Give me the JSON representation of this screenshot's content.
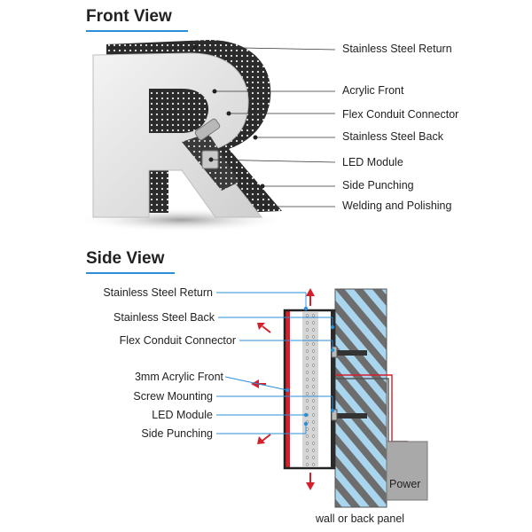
{
  "front_view": {
    "title": "Front View",
    "labels": [
      "Stainless Steel Return",
      "Acrylic Front",
      "Flex Conduit Connector",
      "Stainless Steel Back",
      "LED Module",
      "Side Punching",
      "Welding and Polishing"
    ]
  },
  "side_view": {
    "title": "Side View",
    "labels": [
      "Stainless Steel Return",
      "Stainless Steel Back",
      "Flex Conduit Connector",
      "3mm Acrylic Front",
      "Screw Mounting",
      "LED Module",
      "Side Punching"
    ],
    "power_label": "Power",
    "wall_label": "wall or back panel"
  },
  "colors": {
    "accent_blue": "#2a8fd8",
    "acrylic_red": "#d4202a",
    "wall_blue": "#a9d6ee",
    "letter_dark": "#2b2b2b"
  }
}
